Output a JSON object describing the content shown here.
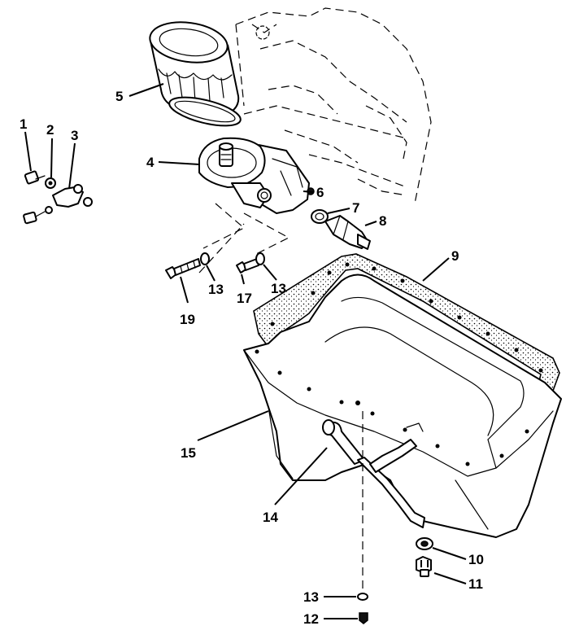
{
  "callouts": [
    {
      "id": "c1",
      "text": "1"
    },
    {
      "id": "c2",
      "text": "2"
    },
    {
      "id": "c3",
      "text": "3"
    },
    {
      "id": "c4",
      "text": "4"
    },
    {
      "id": "c5",
      "text": "5"
    },
    {
      "id": "c6",
      "text": "6"
    },
    {
      "id": "c7",
      "text": "7"
    },
    {
      "id": "c8",
      "text": "8"
    },
    {
      "id": "c9",
      "text": "9"
    },
    {
      "id": "c10",
      "text": "10"
    },
    {
      "id": "c11",
      "text": "11"
    },
    {
      "id": "c12",
      "text": "12"
    },
    {
      "id": "c13a",
      "text": "13"
    },
    {
      "id": "c13b",
      "text": "13"
    },
    {
      "id": "c13c",
      "text": "13"
    },
    {
      "id": "c14",
      "text": "14"
    },
    {
      "id": "c15",
      "text": "15"
    },
    {
      "id": "c17",
      "text": "17"
    },
    {
      "id": "c19",
      "text": "19"
    }
  ]
}
